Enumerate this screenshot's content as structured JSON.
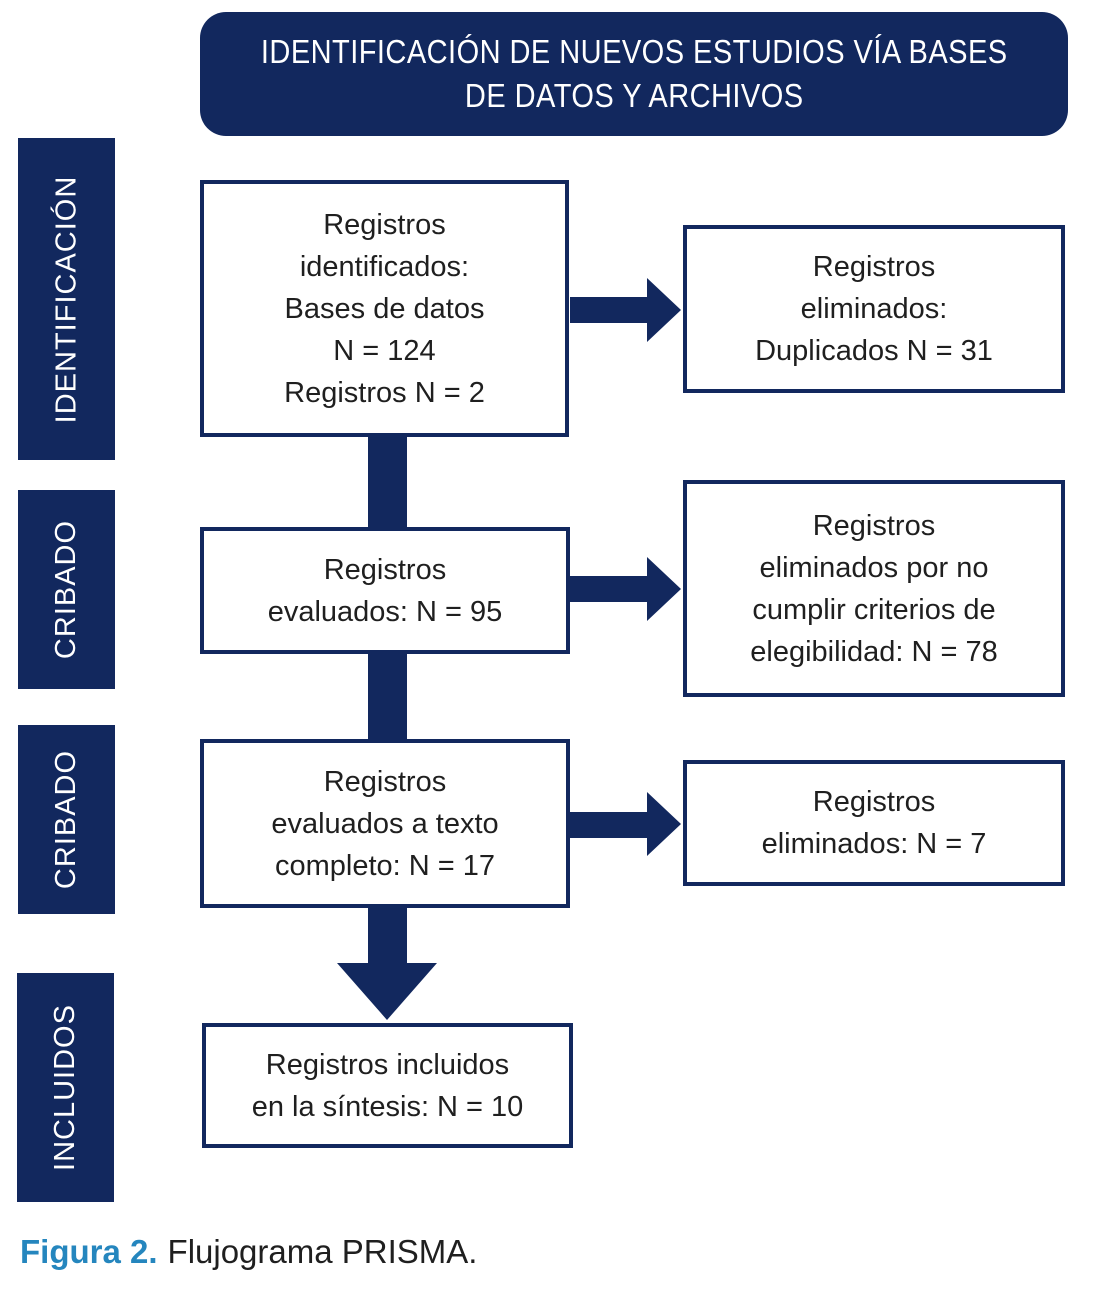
{
  "colors": {
    "navy": "#12285e",
    "text": "#1f1f1f",
    "caption_accent": "#2586be",
    "box_background": "#ffffff"
  },
  "header": {
    "title": "IDENTIFICACIÓN DE NUEVOS ESTUDIOS VÍA BASES\nDE DATOS Y ARCHIVOS"
  },
  "sidebar": {
    "labels": [
      {
        "id": "identificacion",
        "label": "IDENTIFICACIÓN"
      },
      {
        "id": "cribado-1",
        "label": "CRIBADO"
      },
      {
        "id": "cribado-2",
        "label": "CRIBADO"
      },
      {
        "id": "incluidos",
        "label": "INCLUIDOS"
      }
    ]
  },
  "flow": {
    "main_boxes": [
      {
        "id": "records-identified",
        "text": "Registros\nidentificados:\nBases de datos\nN = 124\nRegistros N = 2"
      },
      {
        "id": "records-screened",
        "text": "Registros\nevaluados: N = 95"
      },
      {
        "id": "records-fulltext",
        "text": "Registros\nevaluados a texto\ncompleto: N = 17"
      },
      {
        "id": "records-included",
        "text": "Registros incluidos\nen la síntesis: N = 10"
      }
    ],
    "side_boxes": [
      {
        "id": "removed-duplicates",
        "text": "Registros\neliminados:\nDuplicados N = 31"
      },
      {
        "id": "removed-eligibility",
        "text": "Registros\neliminados por no\ncumplir criterios de\nelegibilidad: N = 78"
      },
      {
        "id": "removed-fulltext",
        "text": "Registros\neliminados: N = 7"
      }
    ]
  },
  "caption": {
    "label": "Figura 2.",
    "text": "Flujograma PRISMA."
  }
}
